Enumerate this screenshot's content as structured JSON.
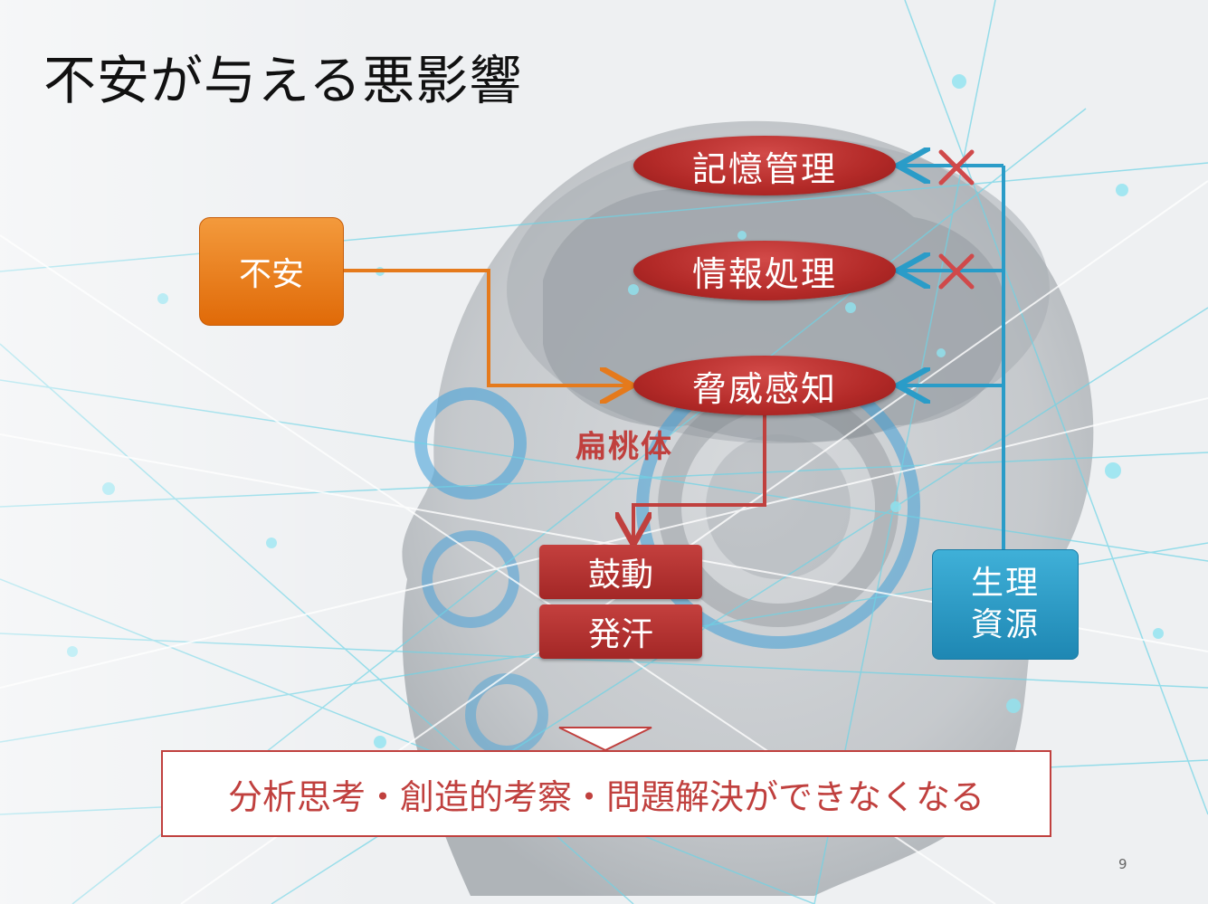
{
  "title": "不安が与える悪影響",
  "anxiety_box": {
    "label": "不安"
  },
  "brain_functions": {
    "memory": "記憶管理",
    "info_processing": "情報処理",
    "threat_detection": "脅威感知"
  },
  "amygdala_label": "扁桃体",
  "physical_reactions": {
    "palpitation": "鼓動",
    "sweating": "発汗"
  },
  "resource_box": {
    "line1": "生理",
    "line2": "資源"
  },
  "result_text": "分析思考・創造的考察・問題解決ができなくなる",
  "page_number": "9",
  "colors": {
    "orange": "#e57a1c",
    "red": "#b32a28",
    "blue": "#2a9cc8",
    "arrow_red": "#c0403e",
    "cross": "#d0494a"
  }
}
